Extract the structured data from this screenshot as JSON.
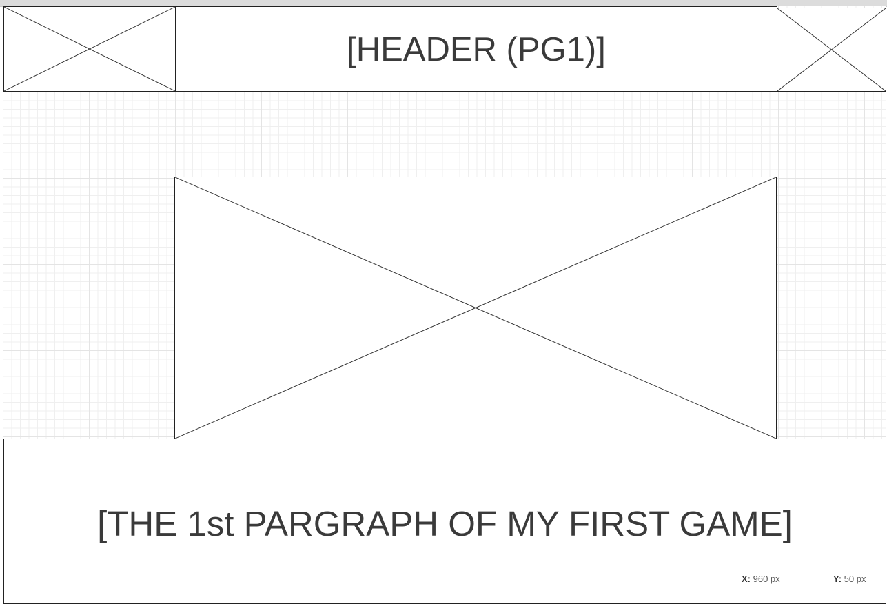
{
  "header": {
    "label": "[HEADER (PG1)]"
  },
  "paragraph": {
    "label": "[THE 1st PARGRAPH OF MY FIRST GAME]"
  },
  "status": {
    "x_label": "X:",
    "x_value": "960 px",
    "y_label": "Y:",
    "y_value": "50 px"
  }
}
